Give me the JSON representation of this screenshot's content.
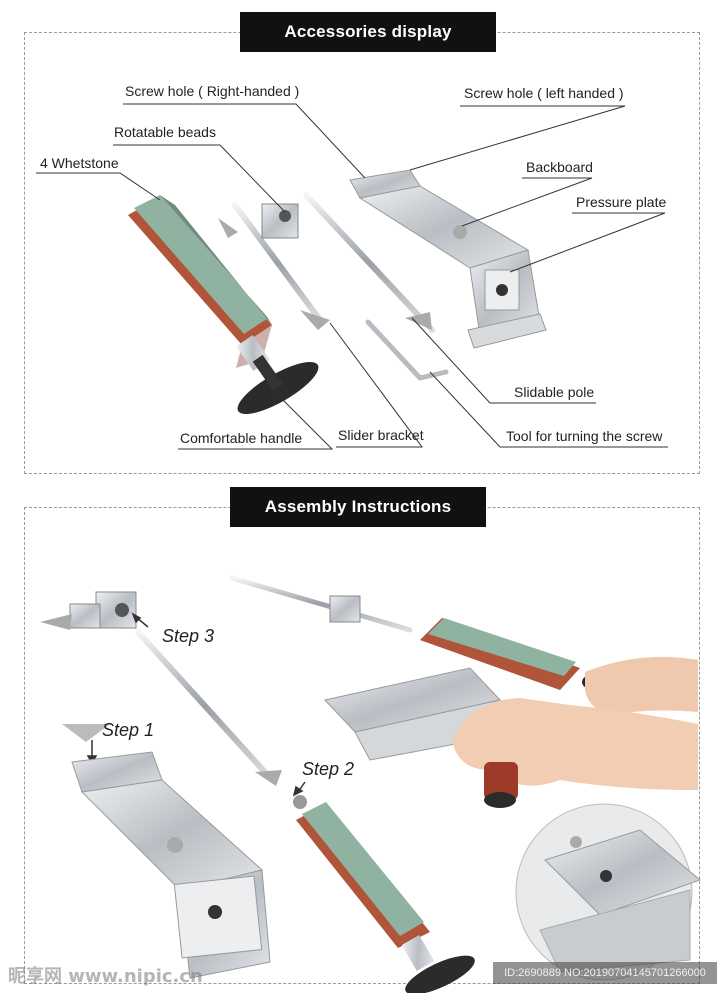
{
  "sections": {
    "accessories": {
      "title": "Accessories display"
    },
    "assembly": {
      "title": "Assembly Instructions"
    }
  },
  "labels": {
    "screw_hole_right": "Screw hole ( Right-handed )",
    "screw_hole_left": "Screw hole ( left handed )",
    "rotatable_beads": "Rotatable beads",
    "whetstone": "4 Whetstone",
    "backboard": "Backboard",
    "pressure_plate": "Pressure plate",
    "slidable_pole": "Slidable pole",
    "comfortable_handle": "Comfortable handle",
    "slider_bracket": "Slider bracket",
    "tool_screw": "Tool for turning the screw"
  },
  "steps": {
    "step1": "Step 1",
    "step2": "Step 2",
    "step3": "Step 3"
  },
  "watermark": {
    "left": "昵享网 www.nipic.cn",
    "right": "ID:2690889 NO:20190704145701266000"
  },
  "colors": {
    "banner_bg": "#111111",
    "stone_green": "#8fb3a0",
    "stone_brown": "#b0543a",
    "metal": "#c8ccd0"
  }
}
